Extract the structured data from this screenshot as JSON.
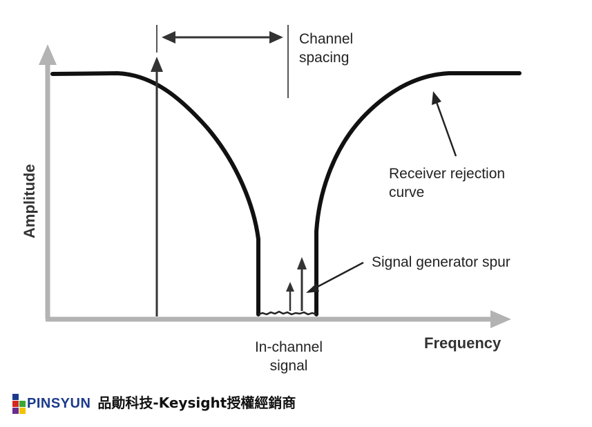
{
  "labels": {
    "channel_spacing": [
      "Channel",
      "spacing"
    ],
    "receiver_rejection": [
      "Receiver rejection",
      "curve"
    ],
    "signal_generator_spur": "Signal generator spur",
    "in_channel_signal": [
      "In-channel",
      "signal"
    ],
    "axis_x": "Frequency",
    "axis_y": "Amplitude"
  },
  "footer": {
    "logo_text": "PINSYUN",
    "caption": "品勛科技-Keysight授權經銷商"
  },
  "colors": {
    "axis": "#b3b3b3",
    "curve": "#111111",
    "line": "#333333",
    "logo_blue": "#1b3a8c",
    "logo_red": "#d7261e",
    "logo_green": "#3aa635",
    "logo_purple": "#6a2c91",
    "logo_yellow": "#f2c200"
  }
}
